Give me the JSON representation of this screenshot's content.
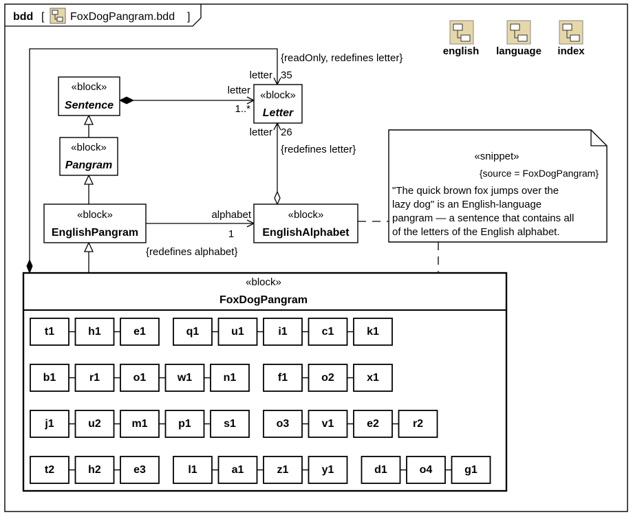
{
  "frame": {
    "kind": "bdd",
    "bracket_open": "[",
    "name": "FoxDogPangram.bdd",
    "bracket_close": "]"
  },
  "packages": [
    {
      "id": "english",
      "label": "english",
      "icon": "package-diagram-icon"
    },
    {
      "id": "language",
      "label": "language",
      "icon": "package-diagram-icon"
    },
    {
      "id": "index",
      "label": "index",
      "icon": "package-diagram-icon"
    }
  ],
  "stereotype_block": "«block»",
  "blocks": {
    "sentence": {
      "name": "Sentence",
      "italic": true
    },
    "pangram": {
      "name": "Pangram",
      "italic": true
    },
    "english_pangram": {
      "name": "EnglishPangram",
      "italic": false
    },
    "letter": {
      "name": "Letter",
      "italic": true
    },
    "english_alphabet": {
      "name": "EnglishAlphabet",
      "italic": false
    },
    "fox_dog_pangram": {
      "name": "FoxDogPangram",
      "italic": false
    }
  },
  "labels": {
    "top_constraint": "{readOnly, redefines letter}",
    "letter_role_top": "letter",
    "letter_mult_top": "35",
    "letter_role_sentence": "letter",
    "letter_mult_sentence": "1..*",
    "letter_role_bottom": "letter",
    "letter_mult_bottom": "26",
    "bottom_constraint": "{redefines letter}",
    "alphabet_role": "alphabet",
    "alphabet_mult": "1",
    "alphabet_constraint": "{redefines alphabet}"
  },
  "snippet": {
    "stereotype": "«snippet»",
    "source": "{source = FoxDogPangram}",
    "lines": [
      "\"The quick brown fox jumps over the",
      "lazy dog\" is an English-language",
      "pangram — a sentence that contains all",
      "of the letters of the English alphabet."
    ]
  },
  "parts": [
    [
      [
        "t1",
        "h1",
        "e1"
      ],
      [
        "q1",
        "u1",
        "i1",
        "c1",
        "k1"
      ]
    ],
    [
      [
        "b1",
        "r1",
        "o1",
        "w1",
        "n1"
      ],
      [
        "f1",
        "o2",
        "x1"
      ]
    ],
    [
      [
        "j1",
        "u2",
        "m1",
        "p1",
        "s1"
      ],
      [
        "o3",
        "v1",
        "e2",
        "r2"
      ]
    ],
    [
      [
        "t2",
        "h2",
        "e3"
      ],
      [
        "l1",
        "a1",
        "z1",
        "y1"
      ],
      [
        "d1",
        "o4",
        "g1"
      ]
    ]
  ]
}
